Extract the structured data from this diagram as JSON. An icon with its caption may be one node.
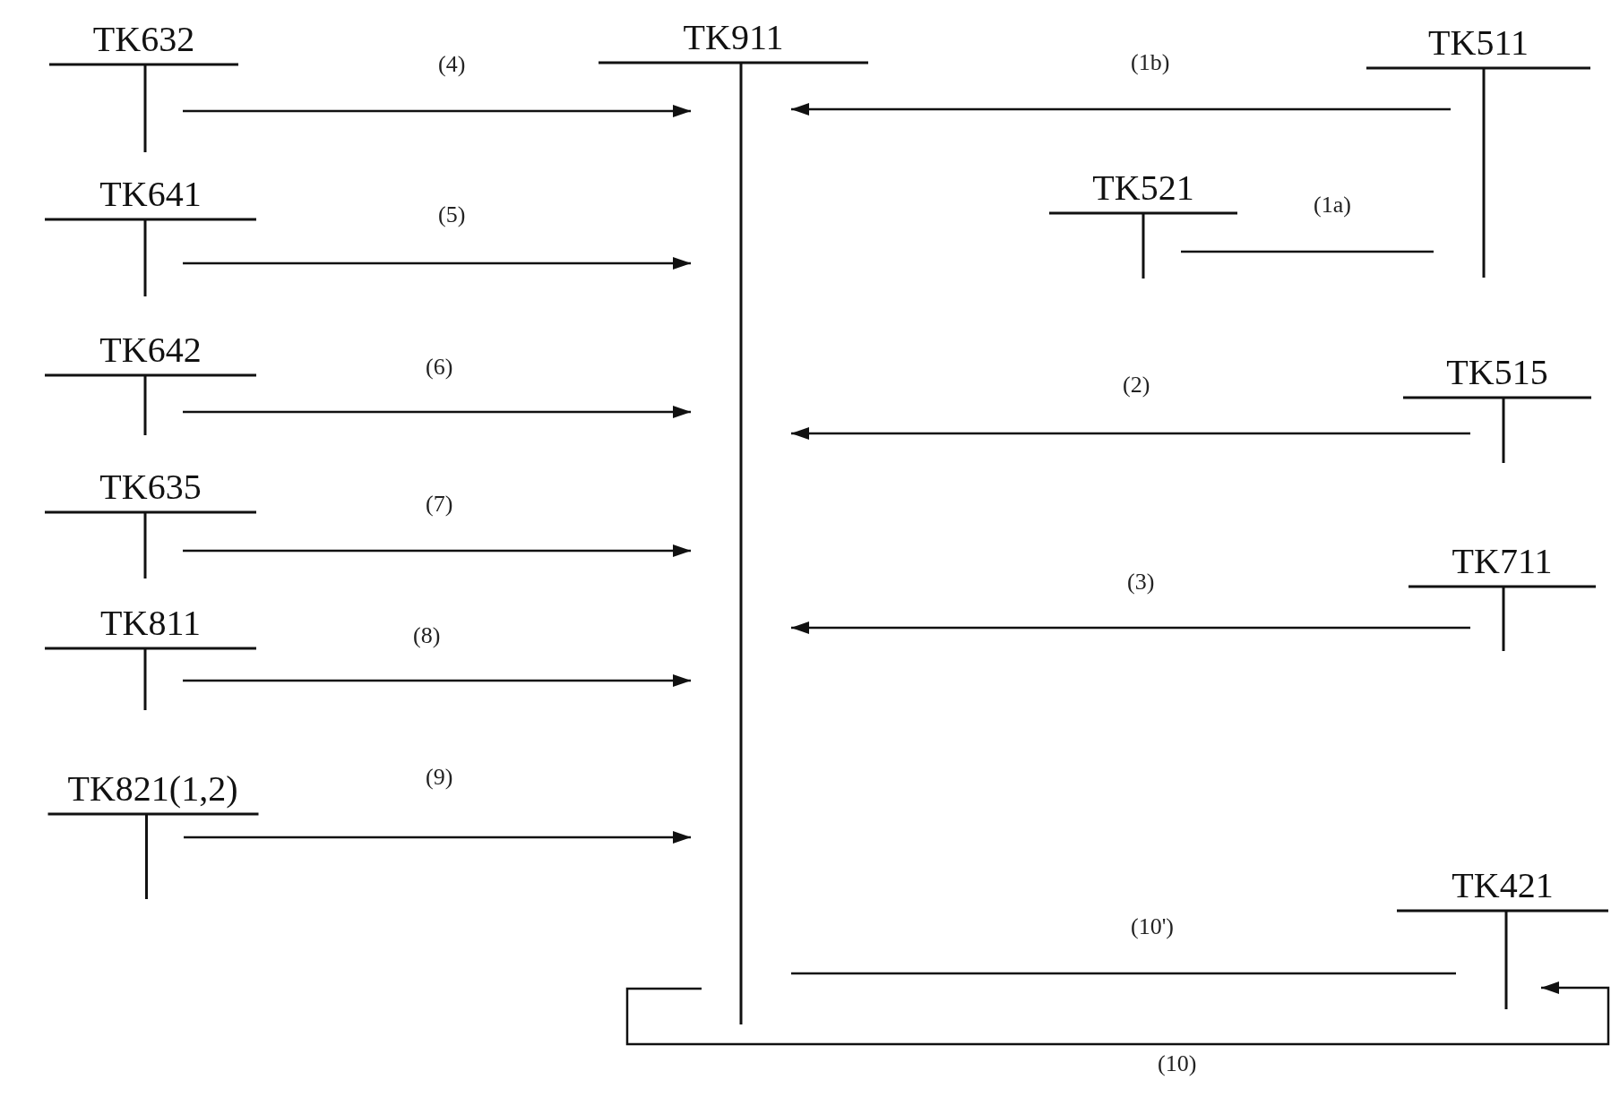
{
  "diagram": {
    "nodes": [
      {
        "text": [
          "TK632"
        ]
      },
      {
        "text": [
          "TK911"
        ]
      },
      {
        "text": [
          "TK511"
        ]
      },
      {
        "text": [
          "TK641"
        ]
      },
      {
        "text": [
          "TK521"
        ]
      },
      {
        "text": [
          "TK642"
        ]
      },
      {
        "text": [
          "TK515"
        ]
      },
      {
        "text": [
          "TK635"
        ]
      },
      {
        "text": [
          "TK711"
        ]
      },
      {
        "text": [
          "TK811"
        ]
      },
      {
        "text": [
          "TK821(1,2)"
        ]
      },
      {
        "text": [
          "TK421"
        ]
      }
    ],
    "edges": [
      {
        "from": 0,
        "to": 1,
        "arrow": "to",
        "label": "(4)"
      },
      {
        "from": 3,
        "to": 1,
        "arrow": "to",
        "label": "(5)"
      },
      {
        "from": 5,
        "to": 1,
        "arrow": "to",
        "label": "(6)"
      },
      {
        "from": 7,
        "to": 1,
        "arrow": "to",
        "label": "(7)"
      },
      {
        "from": 9,
        "to": 1,
        "arrow": "to",
        "label": "(8)"
      },
      {
        "from": 10,
        "to": 1,
        "arrow": "to",
        "label": "(9)"
      },
      {
        "from": 2,
        "to": 1,
        "arrow": "to",
        "label": "(1b)"
      },
      {
        "from": 4,
        "to": 2,
        "arrow": "none",
        "label": "(1a)"
      },
      {
        "from": 6,
        "to": 1,
        "arrow": "to",
        "label": "(2)"
      },
      {
        "from": 8,
        "to": 1,
        "arrow": "to",
        "label": "(3)"
      },
      {
        "from": 1,
        "to": 11,
        "arrow": "none",
        "label": "(10')"
      },
      {
        "from": 1,
        "to": 11,
        "arrow": "to",
        "label": "(10)"
      }
    ]
  }
}
